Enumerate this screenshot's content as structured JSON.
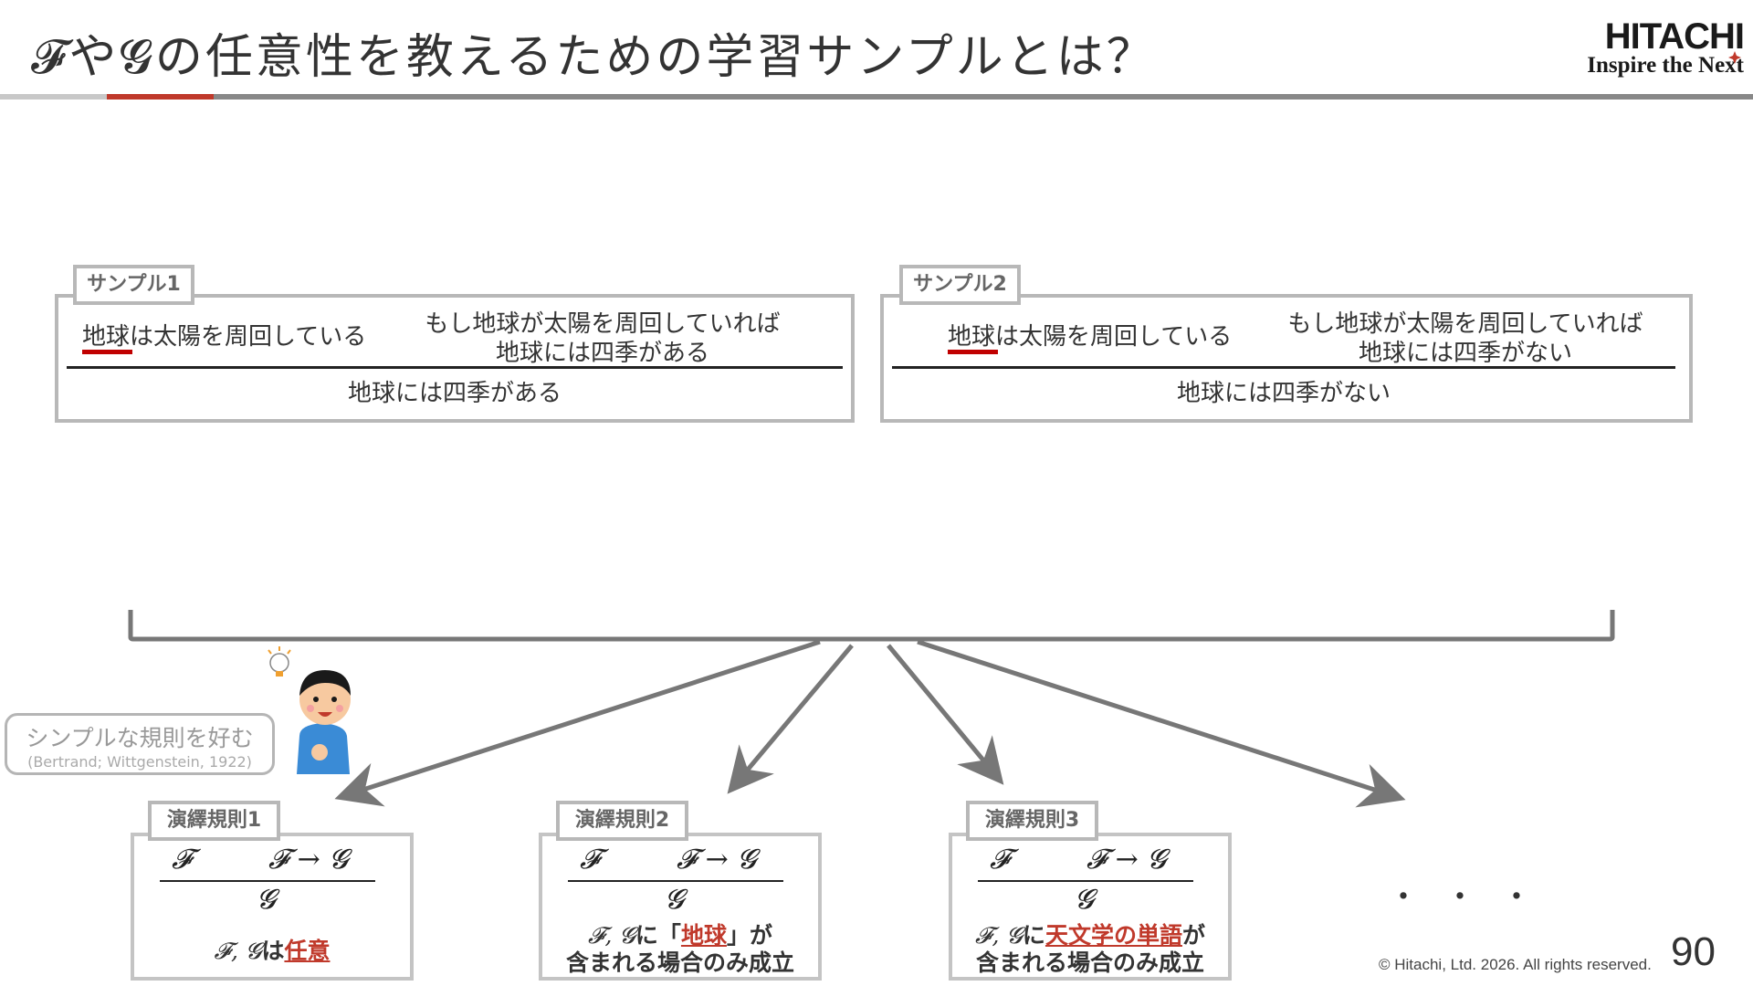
{
  "title": "𝓕や𝓖の任意性を教えるための学習サンプルとは？",
  "logo": {
    "main": "HITACHI",
    "sub": "Inspire the Next"
  },
  "accent_colors": {
    "red": "#c0392b",
    "gray_rule": "#888888",
    "light_rule": "#c8c8c8"
  },
  "samples": [
    {
      "tab": "サンプル1",
      "premise1": "地球は太陽を周回している",
      "premise2_line1": "もし地球が太陽を周回していれば",
      "premise2_line2": "地球には四季がある",
      "conclusion": "地球には四季がある"
    },
    {
      "tab": "サンプル2",
      "premise1": "地球は太陽を周回している",
      "premise2_line1": "もし地球が太陽を周回していれば",
      "premise2_line2": "地球には四季がない",
      "conclusion": "地球には四季がない"
    }
  ],
  "bias_bubble": {
    "main": "シンプルな規則を好む",
    "citation": "(Bertrand; Wittgenstein, 1922)"
  },
  "person_icon": "thinking-person-illustration",
  "rules": [
    {
      "tab": "演繹規則1",
      "premise_f": "𝓕",
      "premise_imp": "𝓕 → 𝓖",
      "conclusion": "𝓖",
      "cond_vars": "𝓕, 𝓖",
      "cond_pre": "は",
      "cond_highlight": "任意",
      "cond_post": "",
      "cond_line2": ""
    },
    {
      "tab": "演繹規則2",
      "premise_f": "𝓕",
      "premise_imp": "𝓕 → 𝓖",
      "conclusion": "𝓖",
      "cond_vars": "𝓕, 𝓖",
      "cond_pre": "に「",
      "cond_highlight": "地球",
      "cond_post": "」が",
      "cond_line2": "含まれる場合のみ成立"
    },
    {
      "tab": "演繹規則3",
      "premise_f": "𝓕",
      "premise_imp": "𝓕 → 𝓖",
      "conclusion": "𝓖",
      "cond_vars": "𝓕, 𝓖",
      "cond_pre": "に",
      "cond_highlight": "天文学の単語",
      "cond_post": "が",
      "cond_line2": "含まれる場合のみ成立"
    }
  ],
  "ellipsis": "・・・",
  "footer": "© Hitachi, Ltd. 2026. All rights reserved.",
  "page_number": "90"
}
